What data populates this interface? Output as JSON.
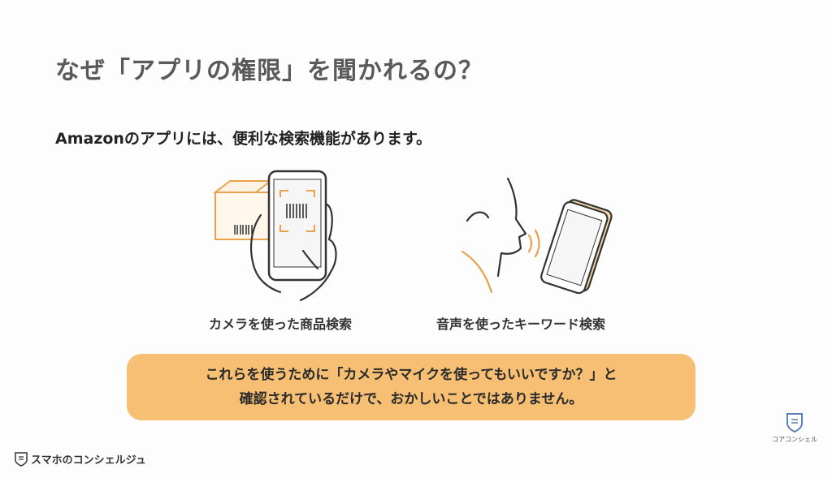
{
  "slide": {
    "title": "なぜ「アプリの権限」を聞かれるの？",
    "lead": "Amazonのアプリには、便利な検索機能があります。",
    "features": [
      {
        "caption": "カメラを使った商品検索",
        "icon": "camera-barcode-scan-illustration"
      },
      {
        "caption": "音声を使ったキーワード検索",
        "icon": "voice-search-illustration"
      }
    ],
    "note": {
      "line1": "これらを使うために「カメラやマイクを使ってもいいですか？」と",
      "line2": "確認されているだけで、おかしいことではありません。"
    }
  },
  "footer": {
    "brand": "スマホのコンシェルジュ",
    "corner_logo_text": "コアコンシェル"
  },
  "colors": {
    "note_background": "#f7bf73",
    "accent_orange": "#e9a24a",
    "title_text": "#5a5a5a"
  }
}
